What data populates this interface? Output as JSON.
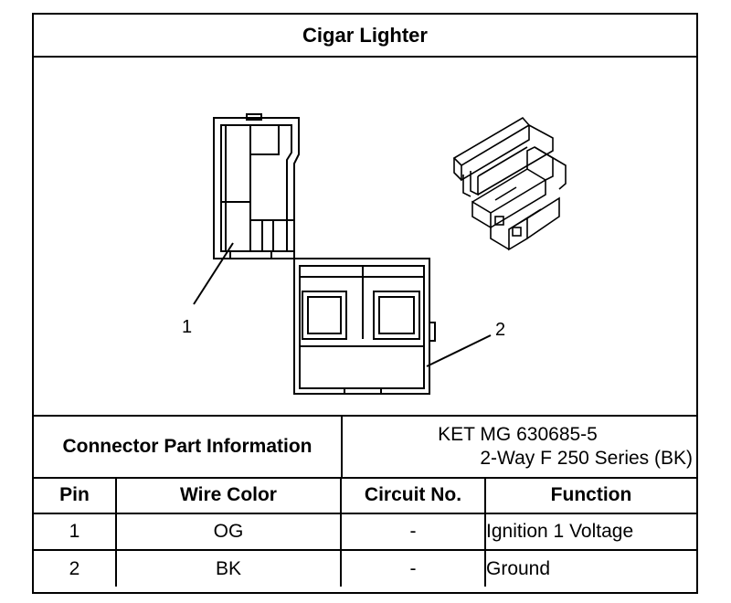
{
  "title": "Cigar Lighter",
  "callouts": [
    "1",
    "2"
  ],
  "connector_info": {
    "label": "Connector Part Information",
    "part_number": "KET MG 630685-5",
    "description": "2-Way F 250 Series (BK)"
  },
  "table": {
    "headers": [
      "Pin",
      "Wire Color",
      "Circuit No.",
      "Function"
    ],
    "rows": [
      {
        "pin": "1",
        "wire_color": "OG",
        "circuit": "-",
        "function": "Ignition 1 Voltage"
      },
      {
        "pin": "2",
        "wire_color": "BK",
        "circuit": "-",
        "function": "Ground"
      }
    ]
  }
}
